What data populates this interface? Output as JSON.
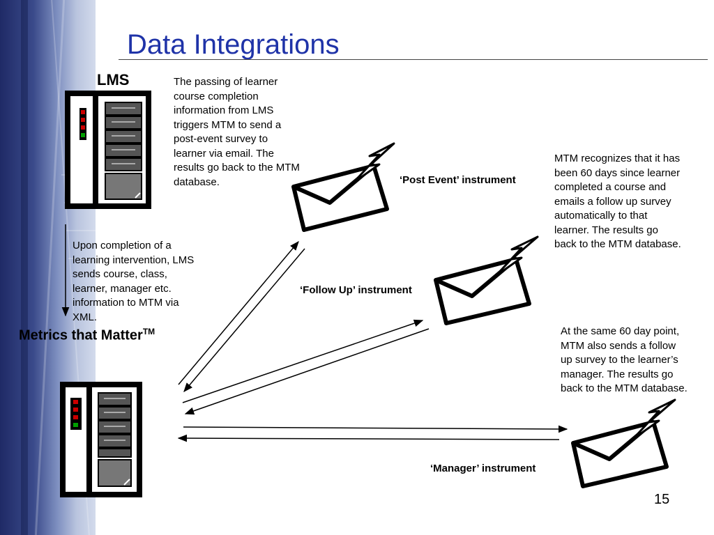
{
  "slide": {
    "title": "Data Integrations",
    "page_number": "15"
  },
  "nodes": {
    "lms": {
      "label": "LMS",
      "icon": "server-icon"
    },
    "mtm": {
      "label": "Metrics that Matter",
      "trademark": "TM",
      "icon": "server-icon"
    }
  },
  "notes": {
    "lms_passing": [
      "The passing of learner",
      "course completion",
      "information from LMS",
      "triggers MTM to send a",
      "post-event survey to",
      "learner via email.  The",
      "results go back to the MTM",
      "database."
    ],
    "lms_to_mtm": [
      "Upon completion of a",
      "learning intervention, LMS",
      "sends course, class,",
      "learner, manager etc.",
      "information to MTM via",
      "XML."
    ],
    "follow_up": [
      "MTM recognizes that it has",
      "been 60 days since learner",
      "completed a course and",
      "emails a follow up survey",
      "automatically to that",
      "learner.  The results go",
      "back to the MTM database."
    ],
    "manager": [
      "At the same 60 day point,",
      "MTM also sends a follow",
      "up survey to the learner’s",
      "manager.  The results go",
      "back to the MTM database."
    ]
  },
  "instruments": {
    "post_event": {
      "label": "‘Post Event’ instrument",
      "icon": "email-icon"
    },
    "follow_up": {
      "label": "‘Follow Up’ instrument",
      "icon": "email-icon"
    },
    "manager": {
      "label": "‘Manager’ instrument",
      "icon": "email-icon"
    }
  },
  "colors": {
    "title": "#1f33a8",
    "sidebar": "#2b3878",
    "led_red": "#cc0000",
    "led_green": "#00a000",
    "drive": "#6a6a6a"
  }
}
